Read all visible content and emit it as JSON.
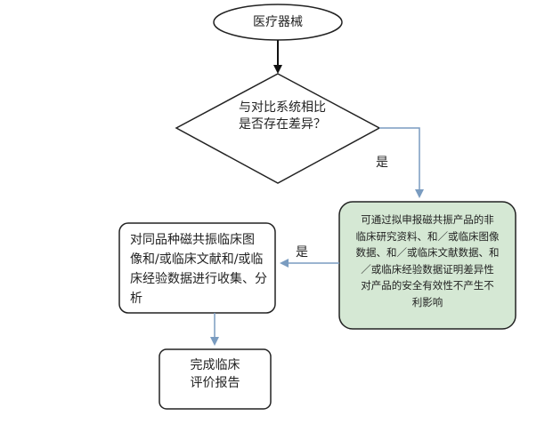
{
  "nodes": {
    "start": {
      "label": "医疗器械"
    },
    "decision": {
      "lines": [
        "与对比系统相比",
        "是否存在差异？"
      ]
    },
    "green_box": {
      "lines": [
        "可通过拟申报磁共振产品的非",
        "临床研究资料、和／或临床图像",
        "数据、和／或临床文献数据、和",
        "／或临床经验数据证明差异性",
        "对产品的安全有效性不产生不",
        "利影响"
      ],
      "fill_color": "#d5e8d4",
      "border_color": "#222222"
    },
    "left_box": {
      "lines": [
        "对同品种磁共振临床图",
        "像和/或临床文献和/或临",
        "床经验数据进行收集、分",
        "析"
      ]
    },
    "final_box": {
      "lines": [
        "完成临床",
        "评价报告"
      ]
    }
  },
  "edges": {
    "decision_to_green": {
      "label": "是"
    },
    "green_to_left": {
      "label": "是"
    }
  },
  "colors": {
    "arrow_dark": "#111111",
    "arrow_blue": "#7a9cc0"
  }
}
